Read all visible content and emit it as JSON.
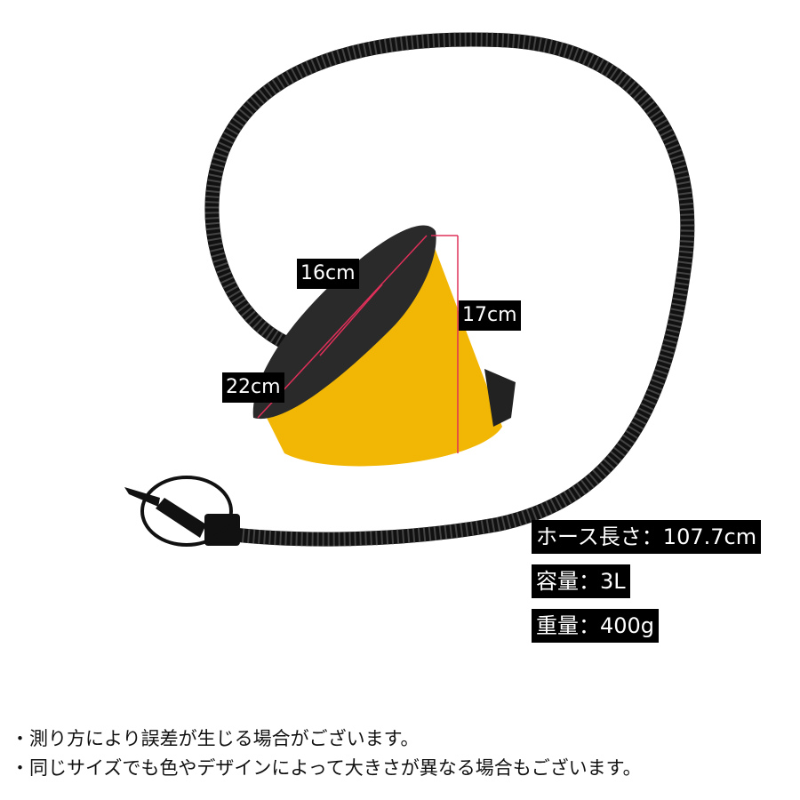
{
  "dimensions": {
    "top_diameter": "16cm",
    "height": "17cm",
    "base_diameter": "22cm"
  },
  "specs": [
    {
      "text": "ホース長さ：107.7cm"
    },
    {
      "text": "容量：3L"
    },
    {
      "text": "重量：400g"
    }
  ],
  "notes": [
    "・測り方により誤差が生じる場合がございます。",
    "・同じサイズでも色やデザインによって大きさが異なる場合もございます。"
  ],
  "colors": {
    "pump_body": "#f2b705",
    "lid": "#2a2a2a",
    "hose": "#111111",
    "measure_line": "#e0305a"
  }
}
